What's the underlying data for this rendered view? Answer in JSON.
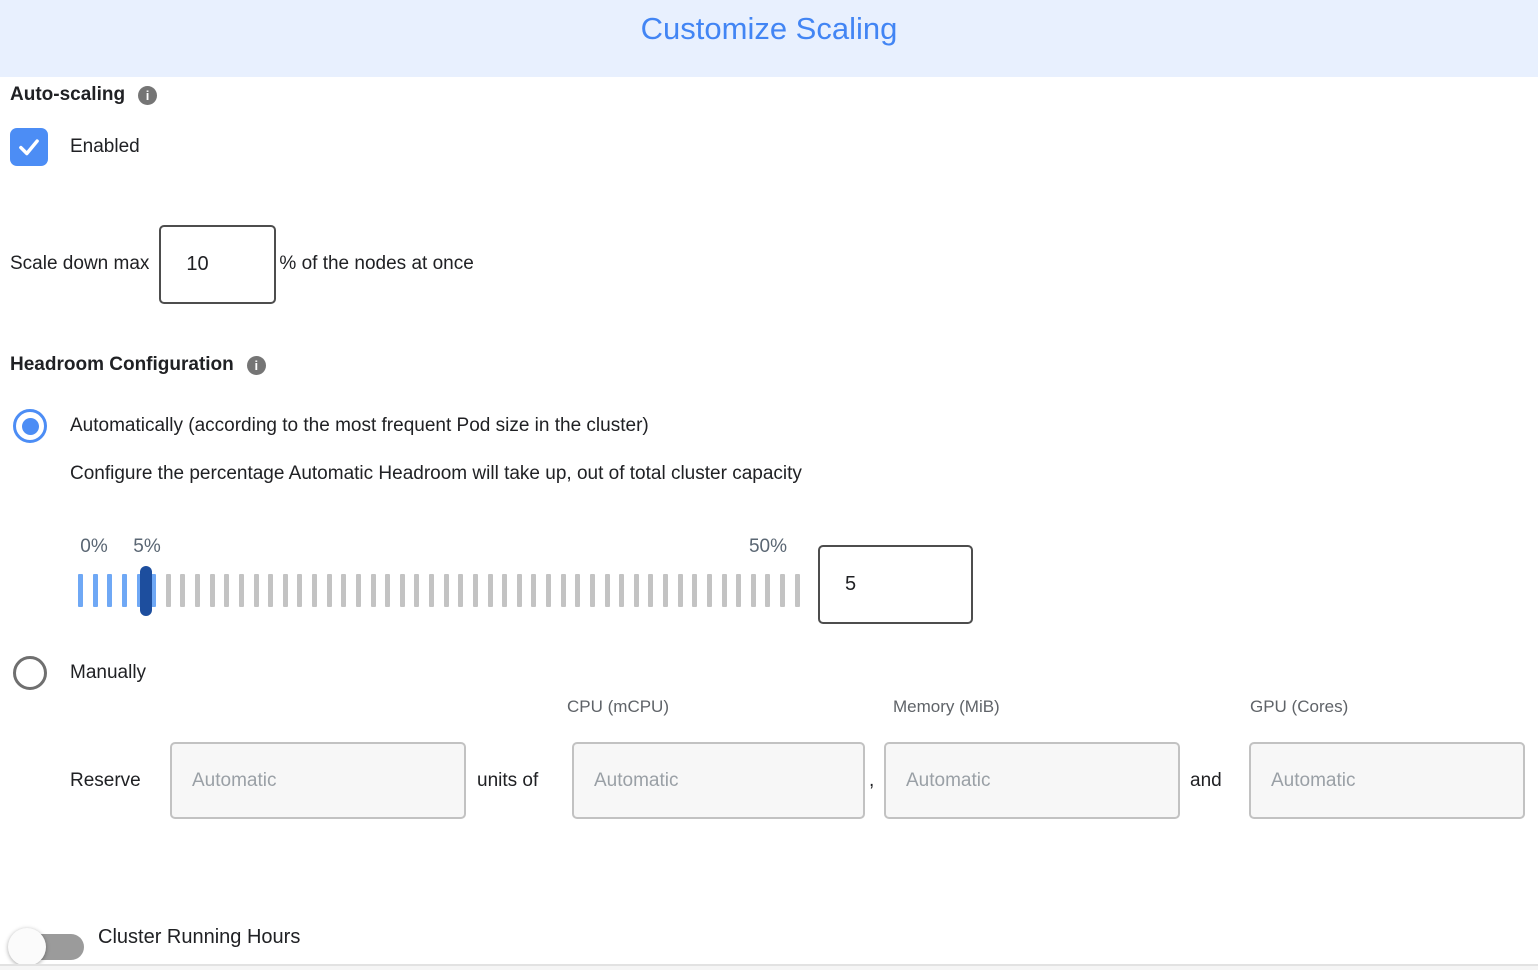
{
  "header": {
    "title": "Customize Scaling"
  },
  "icons": {
    "info_glyph": "i"
  },
  "auto_scaling": {
    "label": "Auto-scaling",
    "enabled_label": "Enabled",
    "checked": true
  },
  "scale_down": {
    "prefix": "Scale down max",
    "value": "10",
    "suffix": "% of the nodes at once"
  },
  "headroom": {
    "label": "Headroom Configuration",
    "auto_option": "Automatically (according to the most frequent Pod size in the cluster)",
    "auto_description": "Configure the percentage Automatic Headroom will take up, out of total cluster capacity",
    "manual_option": "Manually",
    "slider": {
      "min_label": "0%",
      "current_label": "5%",
      "max_label": "50%",
      "value": "5",
      "tick_count": 50,
      "blue_ticks": 6
    }
  },
  "manual_reserve": {
    "columns": [
      "CPU (mCPU)",
      "Memory (MiB)",
      "GPU (Cores)"
    ],
    "reserve_label": "Reserve",
    "units_of_label": "units of",
    "comma": ",",
    "and_label": "and",
    "placeholder": "Automatic"
  },
  "cluster_running_hours": {
    "label": "Cluster Running Hours",
    "enabled": false
  },
  "colors": {
    "accent_blue": "#4285F4",
    "band_bg": "#E8F0FE",
    "checkbox_blue": "#4C8DF5",
    "thumb_navy": "#1D4E9E",
    "tick_blue": "#6FA8F5",
    "tick_gray": "#C3C3C3"
  }
}
